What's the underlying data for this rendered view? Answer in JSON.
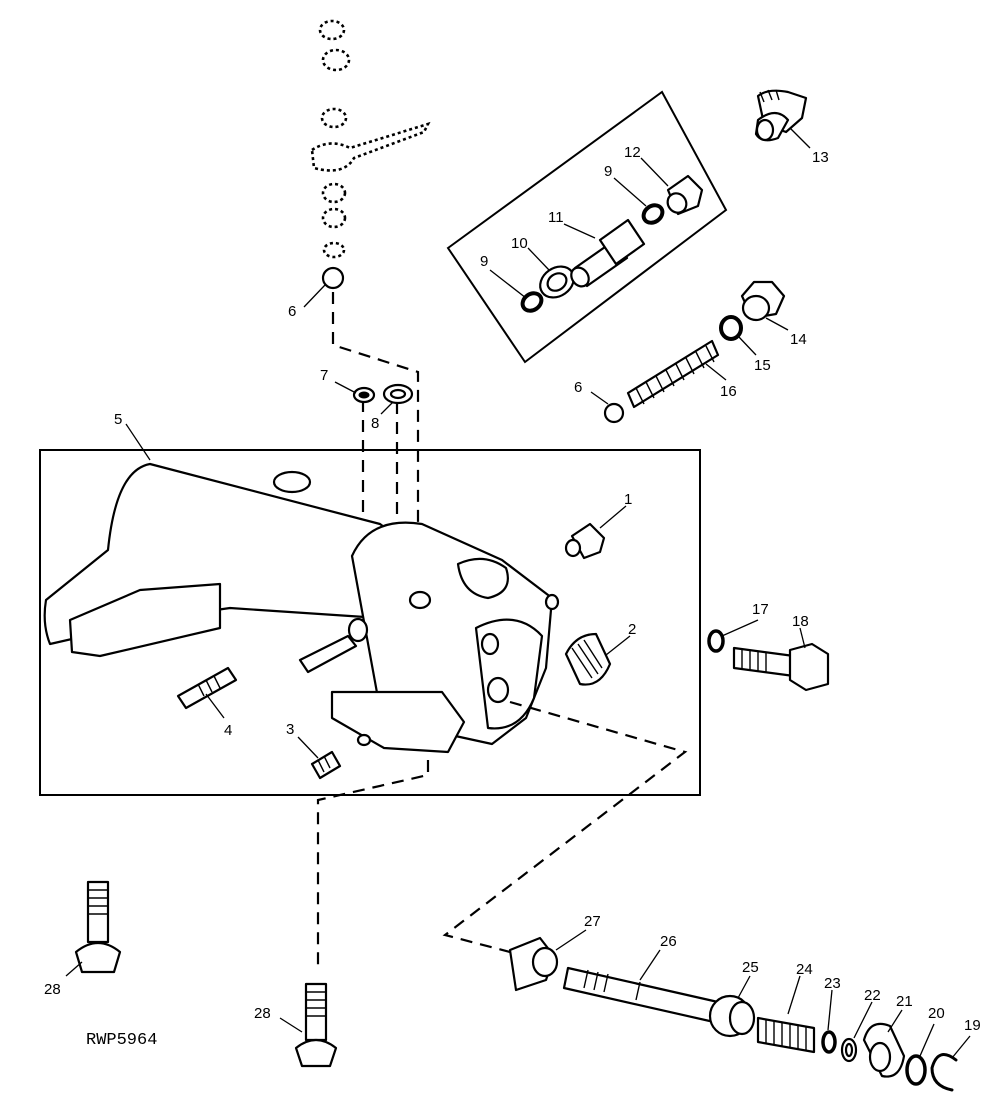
{
  "figure_id": "RWP5964",
  "callouts": {
    "c1": "1",
    "c2": "2",
    "c3": "3",
    "c4": "4",
    "c5": "5",
    "c6a": "6",
    "c6b": "6",
    "c7": "7",
    "c8": "8",
    "c9a": "9",
    "c9b": "9",
    "c10": "10",
    "c11": "11",
    "c12": "12",
    "c13": "13",
    "c14": "14",
    "c15": "15",
    "c16": "16",
    "c17": "17",
    "c18": "18",
    "c19": "19",
    "c20": "20",
    "c21": "21",
    "c22": "22",
    "c23": "23",
    "c24": "24",
    "c25": "25",
    "c26": "26",
    "c27": "27",
    "c28a": "28",
    "c28b": "28"
  }
}
